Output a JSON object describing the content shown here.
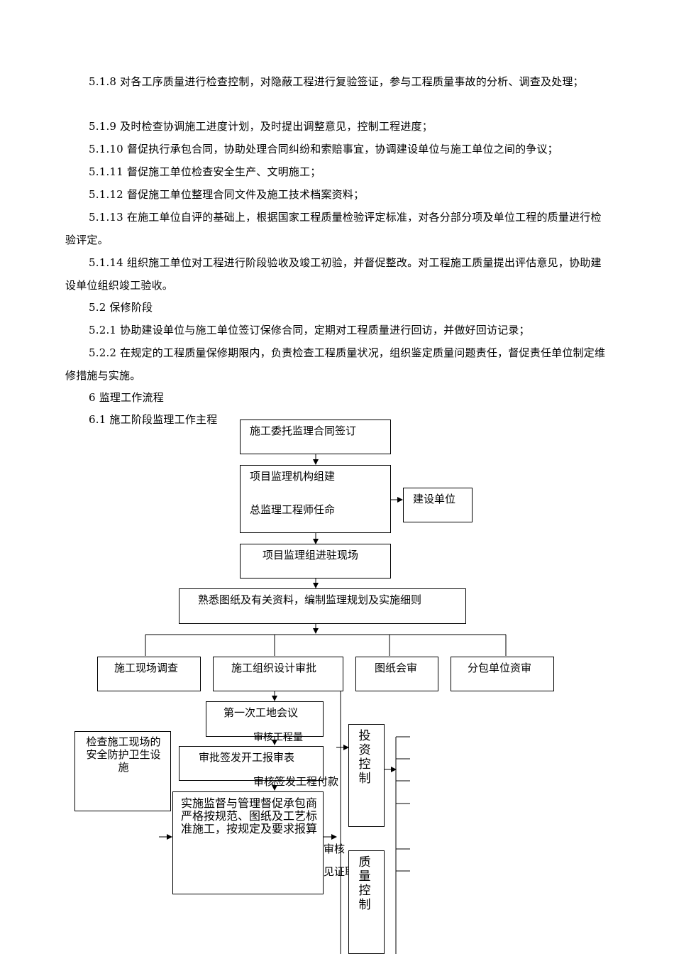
{
  "paragraphs": [
    "5.1.8 对各工序质量进行检查控制，对隐蔽工程进行复验签证，参与工程质量事故的分析、调查及处理；",
    "5.1.9 及时检查协调施工进度计划，及时提出调整意见，控制工程进度；",
    "5.1.10 督促执行承包合同，协助处理合同纠纷和索赔事宜，协调建设单位与施工单位之间的争议；",
    "5.1.11 督促施工单位检查安全生产、文明施工；",
    "5.1.12 督促施工单位整理合同文件及施工技术档案资料；",
    "5.1.13 在施工单位自评的基础上，根据国家工程质量检验评定标准，对各分部分项及单位工程的质量进行检验评定。",
    "5.1.14 组织施工单位对工程进行阶段验收及竣工初验，并督促整改。对工程施工质量提出评估意见，协助建设单位组织竣工验收。",
    "5.2 保修阶段",
    "5.2.1 协助建设单位与施工单位签订保修合同，定期对工程质量进行回访，并做好回访记录；",
    "5.2.2 在规定的工程质量保修期限内，负责检查工程质量状况，组织鉴定质量问题责任，督促责任单位制定维修措施与实施。",
    "6 监理工作流程",
    "6.1 施工阶段监理工作主程"
  ],
  "flowchart": {
    "contract": "施工委托监理合同签订",
    "org_line1": "项目监理机构组建",
    "org_line2": "总监理工程师任命",
    "client": "建设单位",
    "enter_site": "项目监理组进驻现场",
    "familiarize": "熟悉图纸及有关资料，编制监理规划及实施细则",
    "site_survey": "施工现场调查",
    "design_approval": "施工组织设计审批",
    "drawing_review": "图纸会审",
    "subcontract_review": "分包单位资审",
    "first_meeting": "第一次工地会议",
    "safety_check": "检查施工现场的安全防护卫生设施",
    "start_report": "审批签发开工报审表",
    "supervise": "实施监督与管理督促承包商严格按规范、图纸及工艺标准施工，按规定及要求报算",
    "investment_control": "投资控制",
    "quality_control": "质量控制",
    "side_labels": {
      "quantity": "审核工程量",
      "payment": "审核签发工程付款",
      "review": "审核",
      "witness": "见证取样检"
    }
  }
}
